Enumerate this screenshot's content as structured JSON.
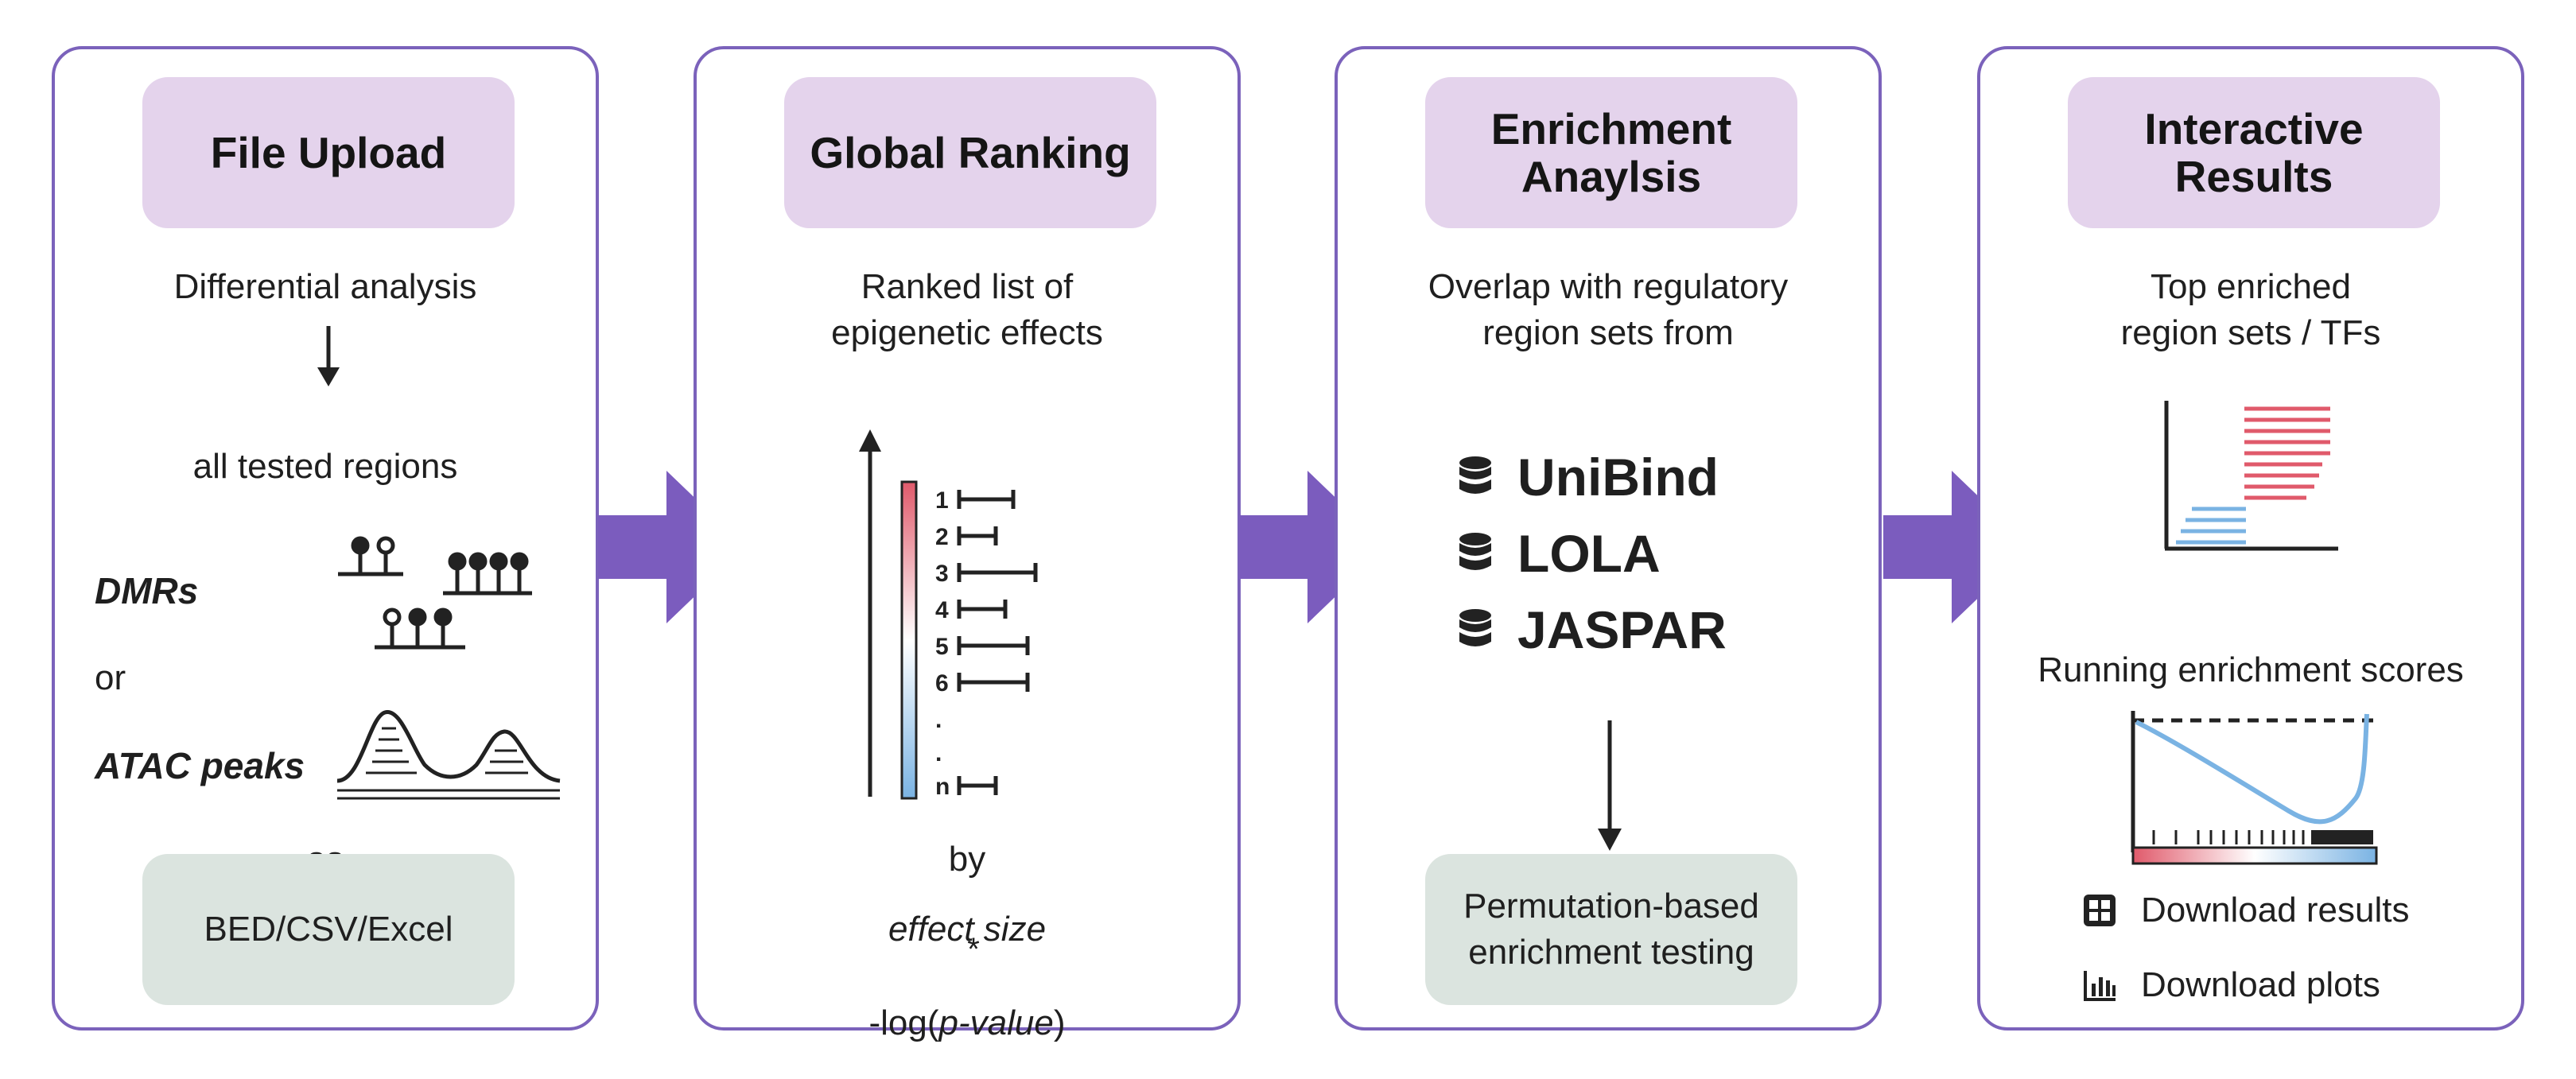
{
  "panels": [
    {
      "header": "File Upload",
      "text1": "Differential analysis",
      "text2": "all tested regions",
      "dmr_label": "DMRs",
      "or_label": "or",
      "atac_label": "ATAC peaks",
      "as_label": "as",
      "formats": "BED/CSV/Excel"
    },
    {
      "header": "Global Ranking",
      "text1": "Ranked list of\nepigenetic effects",
      "ranks": [
        "1",
        "2",
        "3",
        "4",
        "5",
        "6",
        ".",
        ".",
        "n"
      ],
      "by_label": "by",
      "metric1": "effect size",
      "metric2_star": "*",
      "metric2_pre": "-log(",
      "metric2_italic": "p-value",
      "metric2_post": ")"
    },
    {
      "header": "Enrichment\nAnaylsis",
      "text1": "Overlap with regulatory\nregion sets from",
      "databases": [
        "UniBind",
        "LOLA",
        "JASPAR"
      ],
      "test_box": "Permutation-based\nenrichment testing"
    },
    {
      "header": "Interactive\nResults",
      "text1": "Top enriched\nregion sets / TFs",
      "text2": "Running enrichment scores",
      "download_results": "Download results",
      "download_plots": "Download plots"
    }
  ],
  "colors": {
    "border": "#7b62bb",
    "arrow": "#7b5cbe",
    "header_bg": "#e4d3ec",
    "box_bg": "#dbe4df",
    "red": "#e05a6b",
    "blue": "#7ab3e3"
  }
}
